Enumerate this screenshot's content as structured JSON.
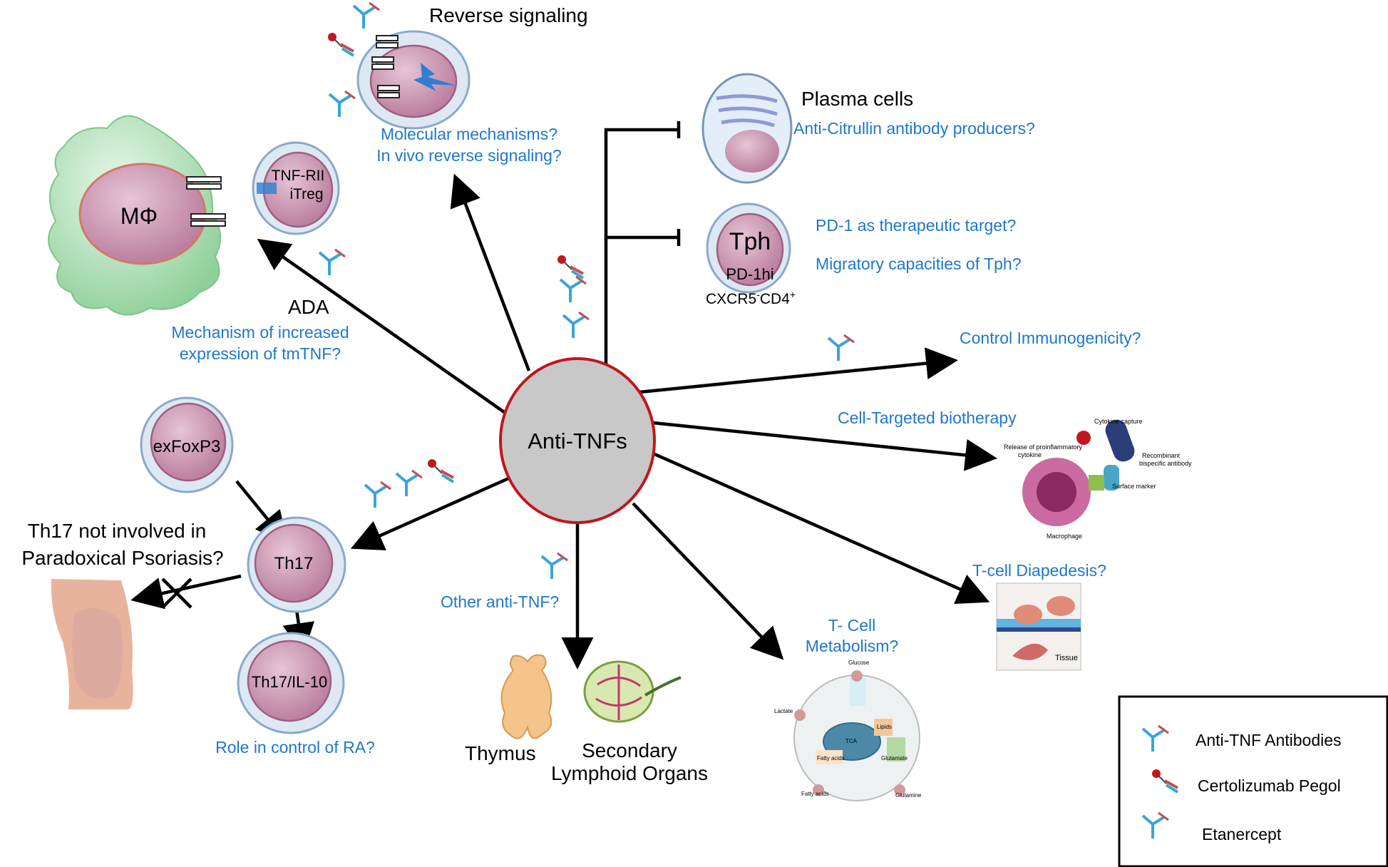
{
  "center": {
    "label": "Anti-TNFs"
  },
  "nodes": {
    "reverse": {
      "title": "Reverse signaling",
      "q1": "Molecular mechanisms?",
      "q2": "In vivo reverse signaling?"
    },
    "plasma": {
      "title": "Plasma cells",
      "question": "Anti-Citrullin  antibody producers?"
    },
    "tph": {
      "title": "Tph",
      "marker1": "PD-1hi",
      "marker2a": "CXCR5",
      "marker2sup1": "-",
      "marker2b": "CD4",
      "marker2sup2": "+",
      "q1": "PD-1 as therapeutic target?",
      "q2": "Migratory capacities of Tph?"
    },
    "mphi": {
      "label": "MΦ",
      "treg1": "TNF-RII",
      "treg2": "iTreg",
      "ada": "ADA",
      "q1": "Mechanism of increased",
      "q2": "expression of tmTNF?"
    },
    "immuno": {
      "question": "Control Immunogenicity?"
    },
    "cellTargeted": {
      "title": "Cell-Targeted biotherapy",
      "cap1": "Cytokine capture",
      "cap2": "Recombinant",
      "cap3": "bispecific antibody",
      "cap4": "Release of proinflammatory",
      "cap5": "cytokine",
      "cap6": "Surface marker",
      "cap7": "Macrophage"
    },
    "diapedesis": {
      "question": "T-cell Diapedesis?",
      "tissue": "Tissue"
    },
    "metabolism": {
      "q1": "T- Cell",
      "q2": "Metabolism?",
      "glucose": "Glucose",
      "lactate": "Lactate",
      "lipids": "Lipids",
      "tca": "TCA",
      "fatty": "Fatty acids",
      "fatty2": "Fatty acids",
      "glutamate": "Glutamate",
      "glutamine": "Glutamine"
    },
    "lymphoid": {
      "question": "Other anti-TNF?",
      "thymus": "Thymus",
      "secondary1": "Secondary",
      "secondary2": "Lymphoid Organs"
    },
    "th17": {
      "exfox": "exFoxP3",
      "th17": "Th17",
      "th1710": "Th17/IL-10",
      "psoriasis1": "Th17 not involved in",
      "psoriasis2": "Paradoxical Psoriasis?",
      "roleRA": "Role in control of RA?"
    }
  },
  "legend": {
    "items": [
      {
        "label": "Anti-TNF Antibodies",
        "icon": "antibody-icon"
      },
      {
        "label": "Certolizumab Pegol",
        "icon": "certolizumab-icon"
      },
      {
        "label": "Etanercept",
        "icon": "etanercept-icon"
      }
    ]
  },
  "colors": {
    "question": "#1e78c8",
    "center_fill": "#c8c8c8",
    "center_stroke": "#c0161c",
    "macrophage": "#9ed9a8",
    "cell": "#c68ca8"
  }
}
